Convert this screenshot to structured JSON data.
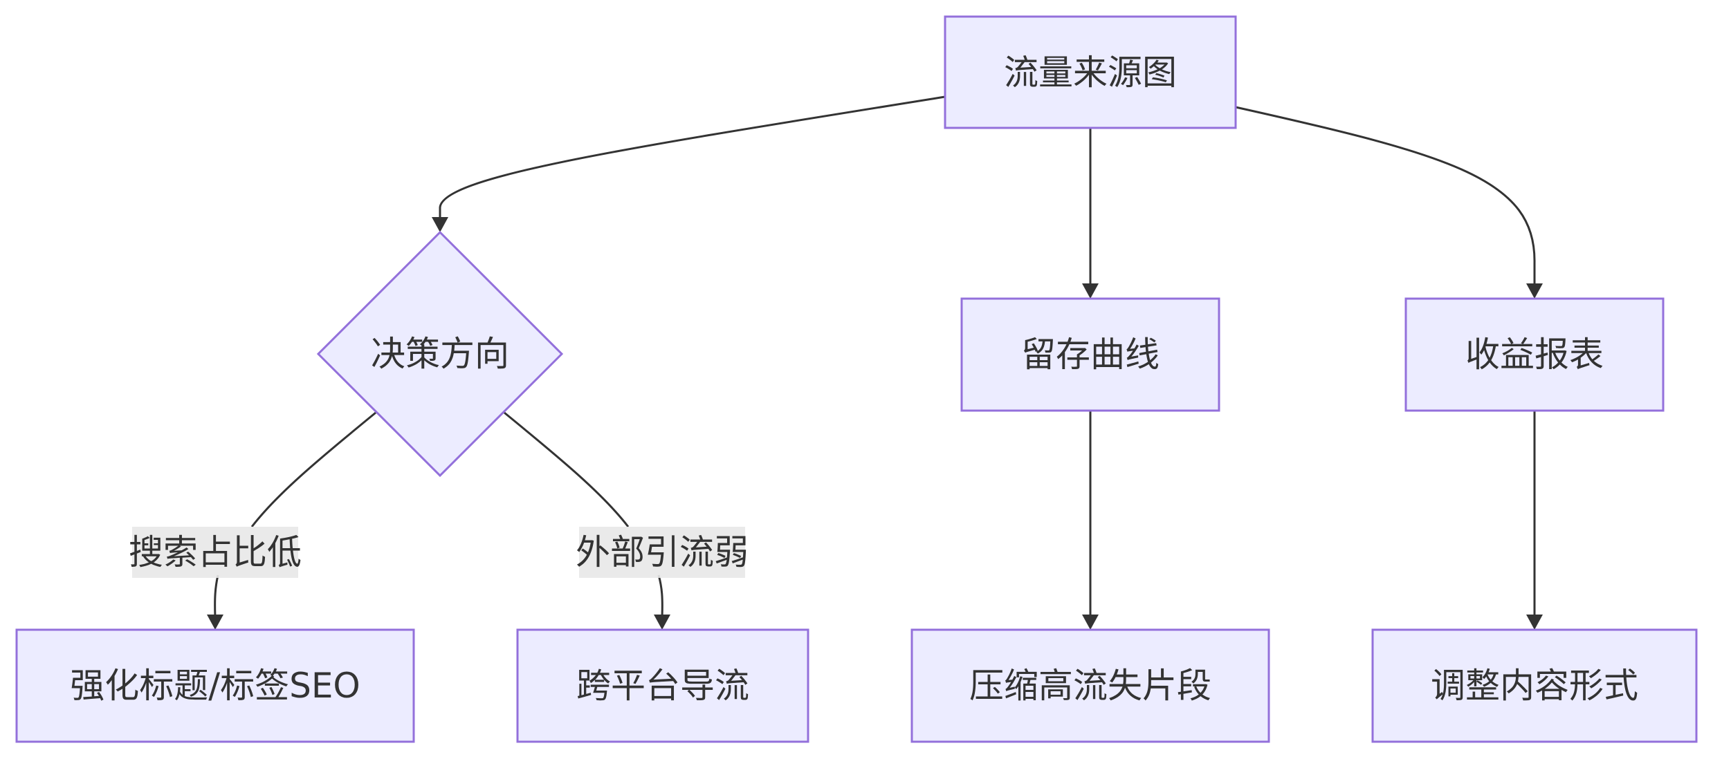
{
  "nodes": {
    "traffic": "流量来源图",
    "decision": "决策方向",
    "retention": "留存曲线",
    "revenue": "收益报表",
    "seo": "强化标题/标签SEO",
    "cross": "跨平台导流",
    "compress": "压缩高流失片段",
    "adjust": "调整内容形式"
  },
  "edge_labels": {
    "search_low": "搜索占比低",
    "external_weak": "外部引流弱"
  },
  "colors": {
    "node_fill": "#ECECFF",
    "node_stroke": "#9370DB",
    "edge": "#333333",
    "label_bg": "#E8E8E8",
    "text": "#333333"
  }
}
